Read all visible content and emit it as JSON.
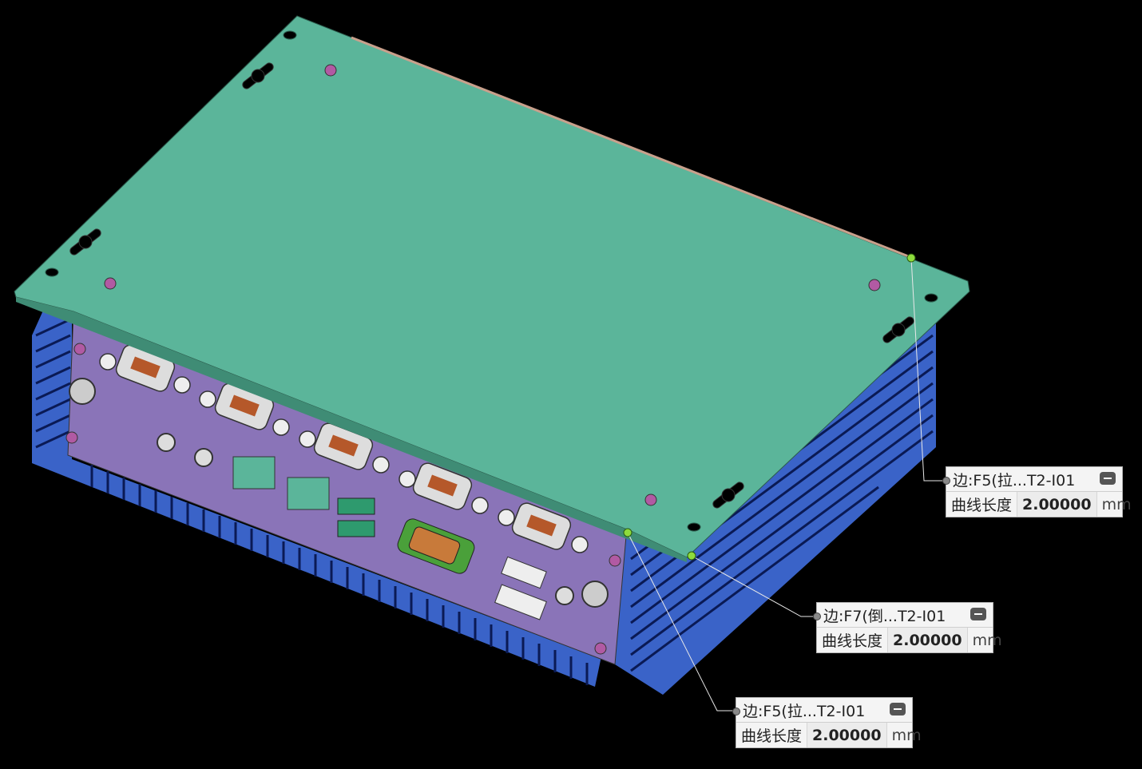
{
  "callouts": [
    {
      "title": "边:F5(拉...T2-I01",
      "measure_label": "曲线长度",
      "value": "2.00000",
      "unit": "mm"
    },
    {
      "title": "边:F7(倒...T2-I01",
      "measure_label": "曲线长度",
      "value": "2.00000",
      "unit": "mm"
    },
    {
      "title": "边:F5(拉...T2-I01",
      "measure_label": "曲线长度",
      "value": "2.00000",
      "unit": "mm"
    }
  ],
  "colors": {
    "background": "#000000",
    "top_plate": "#5bb59a",
    "front_panel": "#8a74b8",
    "heatsink": "#3a63c8",
    "highlight_point": "#8edc3c"
  }
}
